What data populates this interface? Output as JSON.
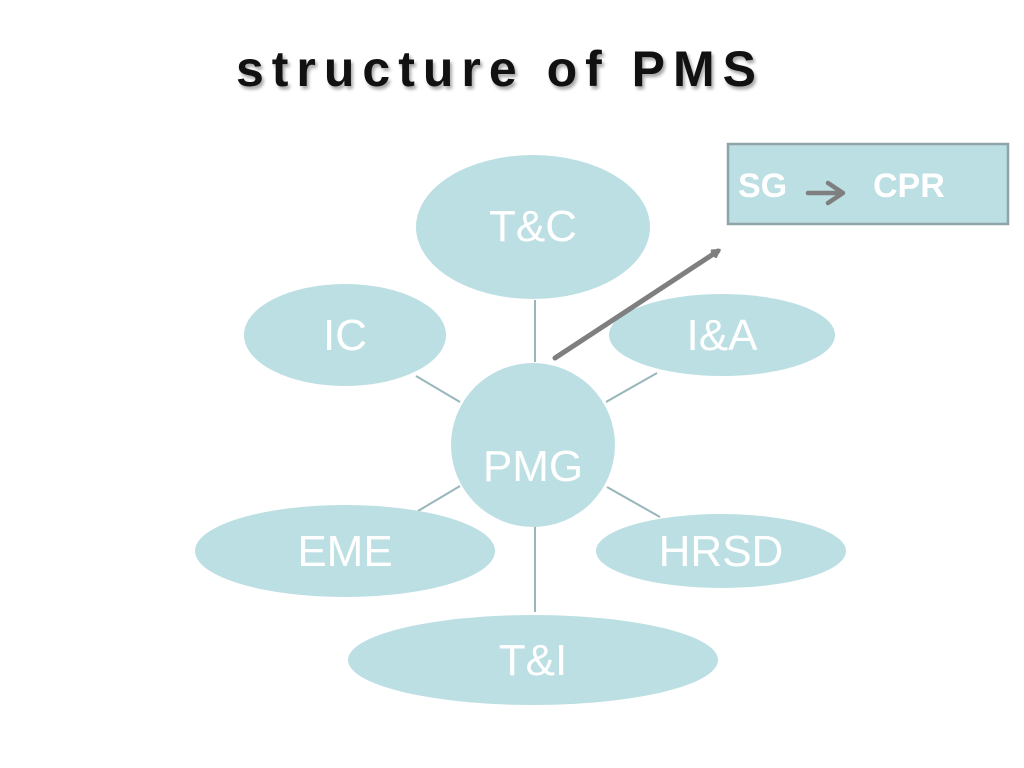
{
  "title": "structure of PMS",
  "colors": {
    "node_fill": "#bcdfe3",
    "connector": "#98b6bb",
    "arrow": "#7f7f7f",
    "box_border": "#8fa4a8"
  },
  "nodes": {
    "center": "PMG",
    "t_and_c": "T&C",
    "ic": "IC",
    "i_and_a": "I&A",
    "eme": "EME",
    "hrsd": "HRSD",
    "t_and_i": "T&I"
  },
  "box": {
    "sg": "SG",
    "cpr": "CPR"
  }
}
